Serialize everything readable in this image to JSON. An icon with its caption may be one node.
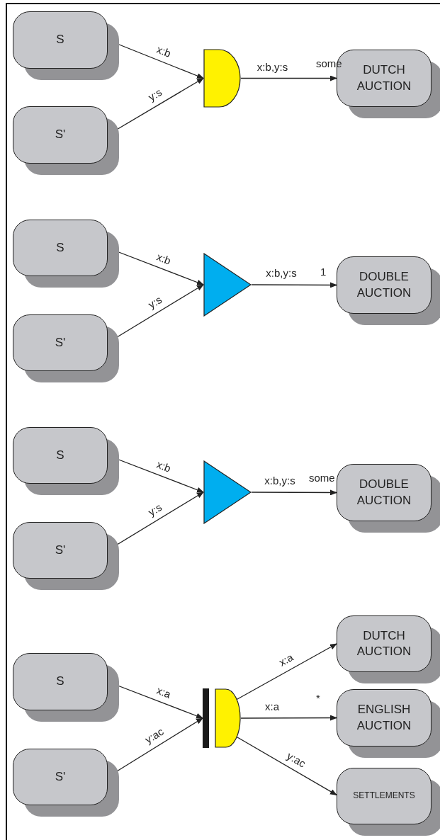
{
  "diagram": {
    "nodes": [
      {
        "text": [
          "S"
        ]
      },
      {
        "text": [
          "S'"
        ]
      },
      {
        "text": [],
        "shape": "semicircle"
      },
      {
        "text": [
          "DUTCH AUCTION"
        ]
      },
      {
        "text": [
          "S"
        ]
      },
      {
        "text": [
          "S'"
        ]
      },
      {
        "text": [],
        "shape": "triangle"
      },
      {
        "text": [
          "DOUBLE AUCTION"
        ]
      },
      {
        "text": [
          "S"
        ]
      },
      {
        "text": [
          "S'"
        ]
      },
      {
        "text": [],
        "shape": "triangle"
      },
      {
        "text": [
          "DOUBLE AUCTION"
        ]
      },
      {
        "text": [
          "S"
        ]
      },
      {
        "text": [
          "S'"
        ]
      },
      {
        "text": [],
        "shape": "bar"
      },
      {
        "text": [],
        "shape": "semicircle"
      },
      {
        "text": [
          "DUTCH AUCTION"
        ]
      },
      {
        "text": [
          "ENGLISH AUCTION"
        ]
      },
      {
        "text": [
          "SETTLEMENTS"
        ]
      }
    ],
    "edges": [
      {
        "from": 0,
        "to": 2,
        "arrow": "to",
        "label": "x:b"
      },
      {
        "from": 1,
        "to": 2,
        "arrow": "to",
        "label": "y:s"
      },
      {
        "from": 2,
        "to": 3,
        "arrow": "to",
        "label": "x:b,y:s"
      },
      {
        "from": 4,
        "to": 6,
        "arrow": "to",
        "label": "x:b"
      },
      {
        "from": 5,
        "to": 6,
        "arrow": "to",
        "label": "y:s"
      },
      {
        "from": 6,
        "to": 7,
        "arrow": "to",
        "label": "x:b,y:s"
      },
      {
        "from": 8,
        "to": 10,
        "arrow": "to",
        "label": "x:b"
      },
      {
        "from": 9,
        "to": 10,
        "arrow": "to",
        "label": "y:s"
      },
      {
        "from": 10,
        "to": 11,
        "arrow": "to",
        "label": "x:b,y:s"
      },
      {
        "from": 12,
        "to": 14,
        "arrow": "to",
        "label": "x:a"
      },
      {
        "from": 13,
        "to": 14,
        "arrow": "to",
        "label": "y:ac"
      },
      {
        "from": 15,
        "to": 16,
        "arrow": "to",
        "label": "x:a"
      },
      {
        "from": 15,
        "to": 17,
        "arrow": "to",
        "label": "x:a"
      },
      {
        "from": 15,
        "to": 18,
        "arrow": "to",
        "label": "y:ac"
      }
    ],
    "labels": [
      "some",
      "1",
      "some",
      "*"
    ]
  }
}
